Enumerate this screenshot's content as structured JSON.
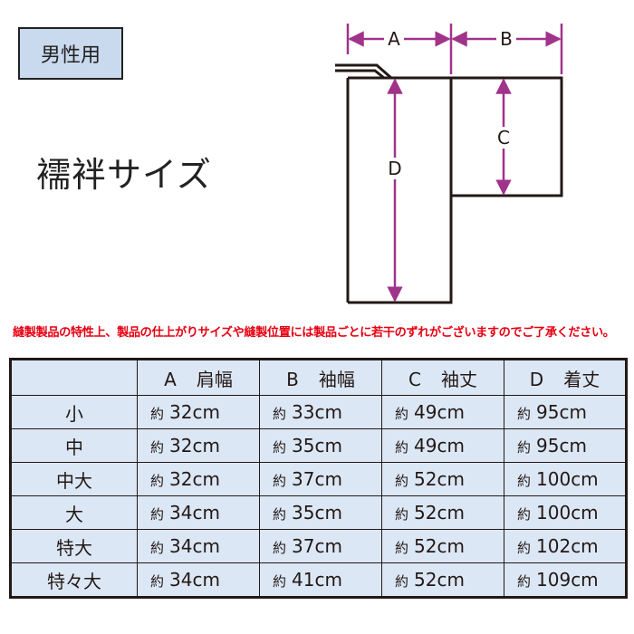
{
  "badge": "男性用",
  "title": "襦袢サイズ",
  "diagram": {
    "labels": {
      "a": "A",
      "b": "B",
      "c": "C",
      "d": "D"
    },
    "line_color": "#231815",
    "arrow_color": "#a0338a"
  },
  "note": "縫製製品の特性上、製品の仕上がりサイズや縫製位置には製品ごとに若干のずれがございますのでご了承ください。",
  "table": {
    "columns": [
      {
        "letter": "A",
        "name": "肩幅"
      },
      {
        "letter": "B",
        "name": "袖幅"
      },
      {
        "letter": "C",
        "name": "袖丈"
      },
      {
        "letter": "D",
        "name": "着丈"
      }
    ],
    "approx": "約",
    "rows": [
      {
        "size": "小",
        "values": [
          "32cm",
          "33cm",
          "49cm",
          "95cm"
        ]
      },
      {
        "size": "中",
        "values": [
          "32cm",
          "35cm",
          "49cm",
          "95cm"
        ]
      },
      {
        "size": "中大",
        "values": [
          "32cm",
          "37cm",
          "52cm",
          "100cm"
        ]
      },
      {
        "size": "大",
        "values": [
          "34cm",
          "35cm",
          "52cm",
          "100cm"
        ]
      },
      {
        "size": "特大",
        "values": [
          "34cm",
          "37cm",
          "52cm",
          "102cm"
        ]
      },
      {
        "size": "特々大",
        "values": [
          "34cm",
          "41cm",
          "52cm",
          "109cm"
        ]
      }
    ],
    "cell_bg": "#dbe7f5"
  }
}
